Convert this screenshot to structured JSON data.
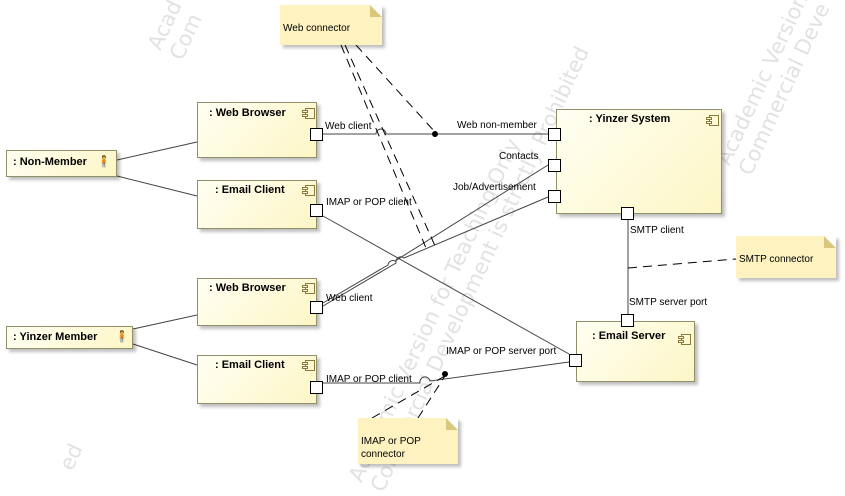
{
  "watermark": {
    "text_a1": "Academic Version for Teaching Only",
    "text_a2": "Commercial Development is strictly Prohibited",
    "text_b1": "Academic Version",
    "text_b2": "Commercial Deve",
    "text_c1": "Acad",
    "text_c2": "Com",
    "text_d": "ed"
  },
  "actors": {
    "non_member": ": Non-Member",
    "yinzer_member": ": Yinzer Member"
  },
  "components": {
    "web_browser_1": ": Web Browser",
    "email_client_1": ": Email Client",
    "web_browser_2": ": Web Browser",
    "email_client_2": ": Email Client",
    "yinzer_system": ": Yinzer System",
    "email_server": ": Email Server"
  },
  "ports": {
    "wb1_web_client": "Web client",
    "ec1_imap": "IMAP or POP client",
    "wb2_web_client": "Web client",
    "ec2_imap": "IMAP or POP client",
    "ys_web_non_member": "Web non-member",
    "ys_contacts": "Contacts",
    "ys_job_ad": "Job/Advertisement",
    "ys_smtp_client": "SMTP client",
    "es_smtp_server": "SMTP server port",
    "es_imap_server": "IMAP or POP server port"
  },
  "notes": {
    "web_connector": "Web connector",
    "smtp_connector": "SMTP connector",
    "imap_connector_1": "IMAP or POP",
    "imap_connector_2": "connector"
  }
}
